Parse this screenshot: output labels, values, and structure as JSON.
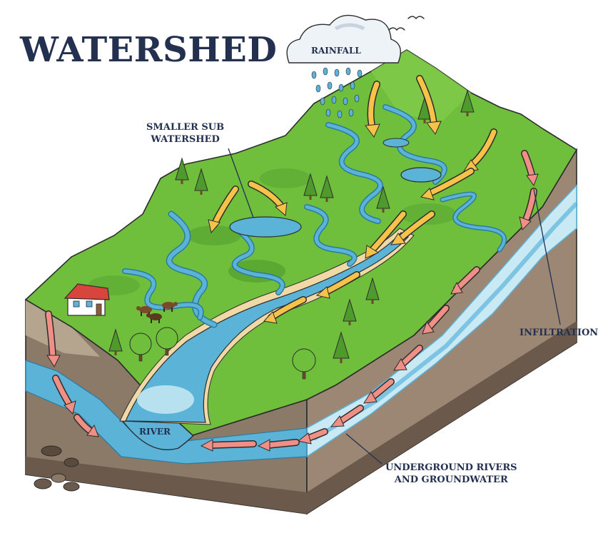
{
  "title": "WATERSHED",
  "labels": {
    "rainfall": "RAINFALL",
    "sub_watershed_line1": "SMALLER SUB",
    "sub_watershed_line2": "WATERSHED",
    "infiltration": "INFILTRATION",
    "river": "RIVER",
    "underground_line1": "UNDERGROUND RIVERS",
    "underground_line2": "AND GROUNDWATER"
  },
  "colors": {
    "title_text": "#23304f",
    "grass": "#6fbf3c",
    "grass_dark": "#4f9a2c",
    "water": "#5bb3d8",
    "water_light": "#c9e9f5",
    "soil": "#8c7a68",
    "soil_dark": "#6b5a4b",
    "bedrock": "#b5a58f",
    "sand": "#f0d9a6",
    "surface_arrow": "#f7c24a",
    "ground_arrow": "#ef8f85"
  },
  "icons": [
    "cloud-icon",
    "rain-drops-icon",
    "bird-icon",
    "tree-icon",
    "house-icon",
    "cow-icon",
    "rock-icon"
  ]
}
